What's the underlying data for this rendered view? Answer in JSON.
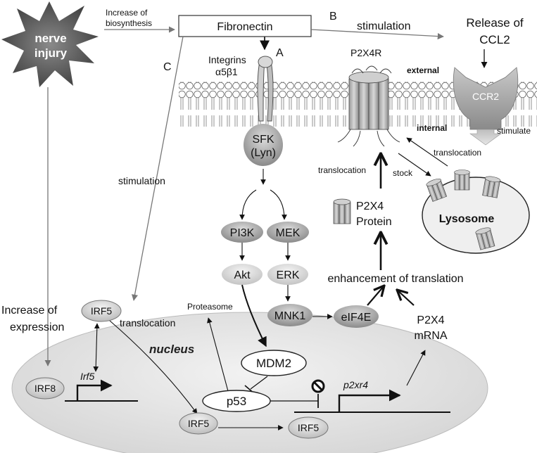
{
  "nerve_injury": {
    "line1": "nerve",
    "line2": "injury"
  },
  "top": {
    "increase_biosynthesis_1": "Increase of",
    "increase_biosynthesis_2": "biosynthesis",
    "fibronectin": "Fibronectin",
    "label_a": "A",
    "label_b": "B",
    "label_c": "C",
    "stimulation_b": "stimulation",
    "release_1": "Release of",
    "release_2": "CCL2"
  },
  "membrane": {
    "integrins_1": "Integrins",
    "integrins_2": "α5β1",
    "p2x4r": "P2X4R",
    "external": "external",
    "internal": "internal",
    "ccr2": "CCR2",
    "stimulate": "stimulate"
  },
  "pathway": {
    "sfk_1": "SFK",
    "sfk_2": "(Lyn)",
    "pi3k": "PI3K",
    "mek": "MEK",
    "akt": "Akt",
    "erk": "ERK",
    "mnk1": "MNK1",
    "eif4e": "eIF4E",
    "enhancement": "enhancement of translation",
    "p2x4_protein_1": "P2X4",
    "p2x4_protein_2": "Protein",
    "p2x4_mrna_1": "P2X4",
    "p2x4_mrna_2": "mRNA",
    "translocation_left": "translocation",
    "translocation_right": "translocation",
    "stock": "stock",
    "lysosome": "Lysosome"
  },
  "left": {
    "stimulation_c": "stimulation",
    "increase_expression_1": "Increase of",
    "increase_expression_2": "expression",
    "irf5_cyto": "IRF5",
    "translocation_irf5": "translocation",
    "proteasome": "Proteasome"
  },
  "nucleus": {
    "label": "nucleus",
    "irf8": "IRF8",
    "irf5_gene": "Irf5",
    "mdm2": "MDM2",
    "p53": "p53",
    "p2xr4_gene": "p2xr4",
    "irf5_nuc_1": "IRF5",
    "irf5_nuc_2": "IRF5"
  }
}
